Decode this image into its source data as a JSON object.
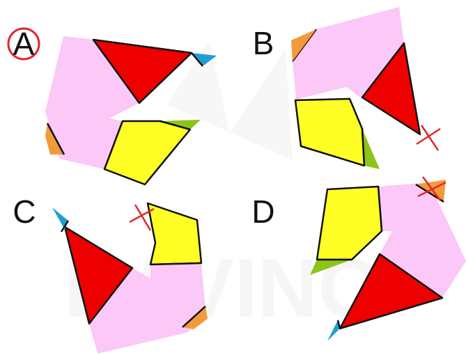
{
  "options": [
    {
      "label": "A",
      "selected": true,
      "marked_wrong": false
    },
    {
      "label": "B",
      "selected": false,
      "marked_wrong": true
    },
    {
      "label": "C",
      "selected": false,
      "marked_wrong": true
    },
    {
      "label": "D",
      "selected": false,
      "marked_wrong": true
    }
  ],
  "colors": {
    "pink": "#fbc8f7",
    "red": "#ee0000",
    "yellow": "#ffff26",
    "green": "#8cc418",
    "blue": "#1f9ed6",
    "orange": "#f39a3c",
    "outline": "#111111",
    "selection_circle": "#e0282a",
    "wrong_mark": "#e0282a"
  },
  "watermark": {
    "text": "DAVINCI"
  }
}
